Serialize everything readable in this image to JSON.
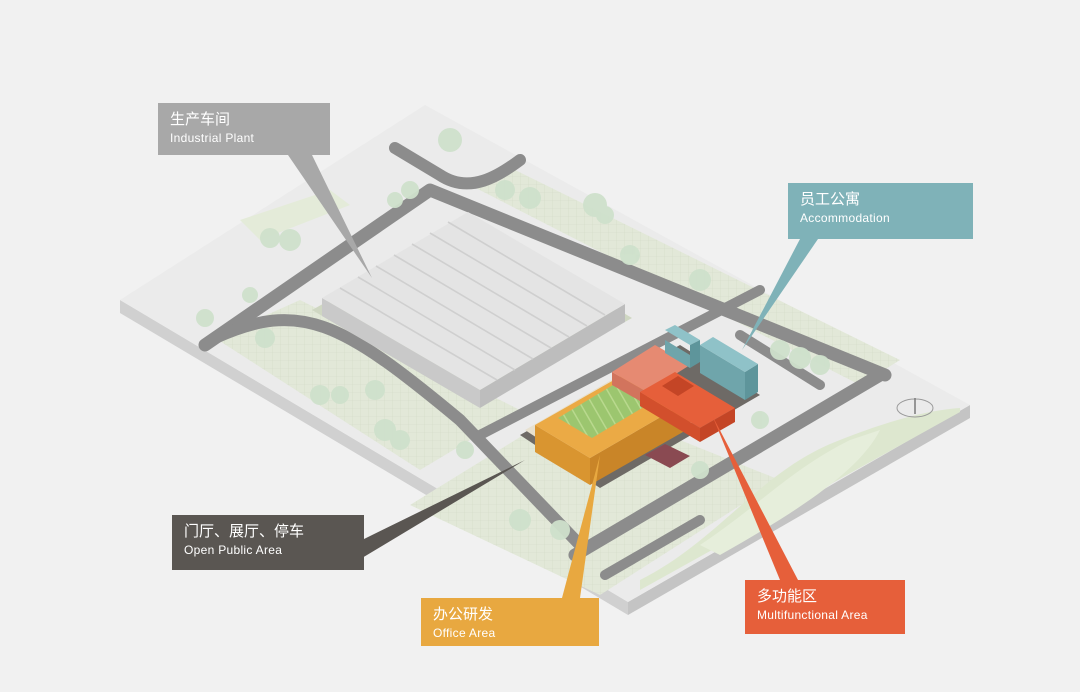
{
  "callouts": {
    "industrial_plant": {
      "cn": "生产车间",
      "en": "Industrial Plant",
      "color": "#a8a8a8"
    },
    "accommodation": {
      "cn": "员工公寓",
      "en": "Accommodation",
      "color": "#7fb2b8"
    },
    "open_public_area": {
      "cn": "门厅、展厅、停车",
      "en": "Open Public Area",
      "color": "#5a5652"
    },
    "office_area": {
      "cn": "办公研发",
      "en": "Office Area",
      "color": "#e8a840"
    },
    "multifunctional_area": {
      "cn": "多功能区",
      "en": "Multifunctional Area",
      "color": "#e65f3a"
    }
  },
  "compass_icon": "north-arrow",
  "palette": {
    "background": "#f1f1f1",
    "site": "#ececec",
    "road": "#8c8c8c",
    "green": "#dfe6d3",
    "plant_roof": "#e4e4e4",
    "office": "#e8a840",
    "multifunctional": "#e65f3a",
    "accommodation": "#7fb2b8",
    "courtyard": "#93c46a"
  }
}
